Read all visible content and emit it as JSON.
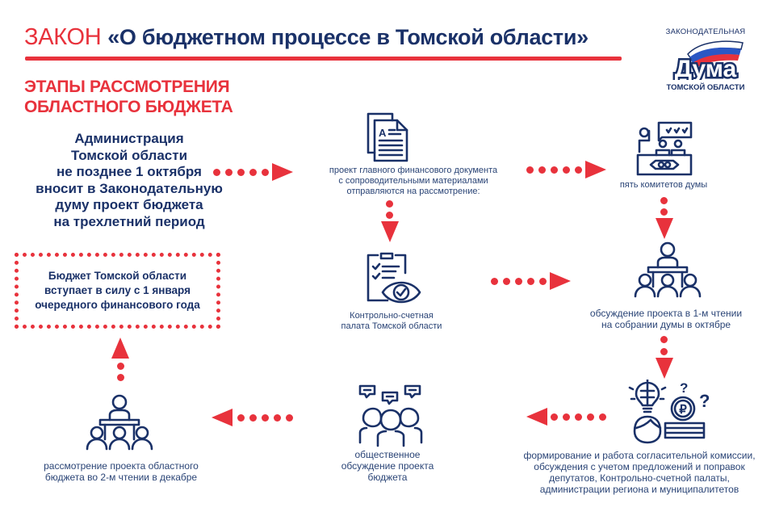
{
  "header": {
    "law_word": "ЗАКОН",
    "law_name": "«О бюджетном процессе в Томской области»",
    "subtitle_line1": "ЭТАПЫ РАССМОТРЕНИЯ",
    "subtitle_line2": "ОБЛАСТНОГО БЮДЖЕТА"
  },
  "logo": {
    "top": "ЗАКОНОДАТЕЛЬНАЯ",
    "main": "Дума",
    "bottom": "ТОМСКОЙ ОБЛАСТИ"
  },
  "colors": {
    "accent_red": "#e8323c",
    "navy": "#1a3168"
  },
  "steps": {
    "administration": {
      "lines": [
        "Администрация",
        "Томской области",
        "не позднее 1 октября",
        "вносит в Законодательную",
        "думу проект бюджета",
        "на трехлетний период"
      ]
    },
    "project_document": {
      "icon": "document-icon",
      "lines": [
        "проект главного финансового документа",
        "с сопроводительными материалами",
        "отправляются на рассмотрение:"
      ]
    },
    "committees": {
      "icon": "committee-meeting-icon",
      "lines": [
        "пять комитетов думы"
      ]
    },
    "audit_chamber": {
      "icon": "clipboard-eye-icon",
      "lines": [
        "Контрольно-счетная",
        "палата Томской области"
      ]
    },
    "first_reading": {
      "icon": "speaker-audience-icon",
      "lines": [
        "обсуждение проекта в 1-м чтении",
        "на собрании думы в октябре"
      ]
    },
    "conciliation": {
      "icon": "idea-money-question-icon",
      "lines": [
        "формирование и работа согласительной комиссии,",
        "обсуждения с учетом предложений и поправок",
        "депутатов, Контрольно-счетной палаты,",
        "администрации региона и муниципалитетов"
      ]
    },
    "public_discussion": {
      "icon": "group-discussion-icon",
      "lines": [
        "общественное",
        "обсуждение проекта",
        "бюджета"
      ]
    },
    "second_reading": {
      "icon": "speaker-audience-icon",
      "lines": [
        "рассмотрение проекта областного",
        "бюджета во 2-м чтении в декабре"
      ]
    },
    "final": {
      "lines": [
        "Бюджет Томской области",
        "вступает в силу с 1 января",
        "очередного финансового года"
      ]
    }
  }
}
